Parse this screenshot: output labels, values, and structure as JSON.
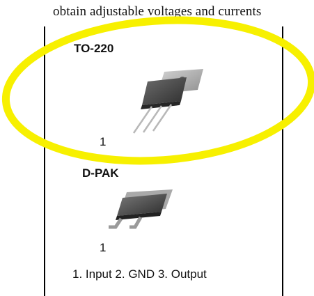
{
  "document": {
    "top_text": "obtain adjustable voltages and currents",
    "packages": [
      {
        "name": "TO-220",
        "pin_label": "1"
      },
      {
        "name": "D-PAK",
        "pin_label": "1"
      }
    ],
    "pinout_caption": "1. Input 2. GND 3. Output"
  },
  "annotation": {
    "highlight_color": "#f7f000",
    "shape": "ellipse"
  }
}
